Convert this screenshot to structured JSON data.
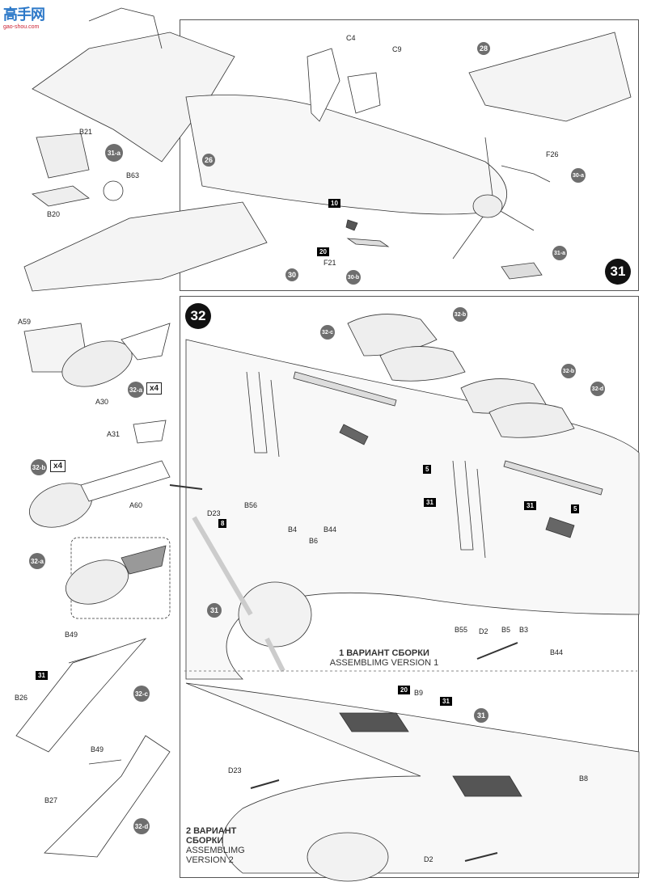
{
  "logo": {
    "text": "高手网",
    "url_text": "gao-shou.com"
  },
  "step31": {
    "number": "31",
    "labels": [
      "C4",
      "C9",
      "28",
      "26",
      "F26",
      "30-a",
      "10",
      "20",
      "F21",
      "30",
      "30-b",
      "31-a"
    ]
  },
  "sub31a": {
    "badge": "31-a",
    "parts": [
      "B21",
      "B63",
      "B20"
    ]
  },
  "sub32a": {
    "badge": "32-a",
    "count": "x4",
    "parts": [
      "A59",
      "A30"
    ]
  },
  "sub32b": {
    "badge": "32-b",
    "count": "x4",
    "parts": [
      "A31",
      "A60",
      "32-a"
    ]
  },
  "sub32c": {
    "badge": "32-c",
    "star": "31",
    "parts": [
      "B49",
      "B26"
    ]
  },
  "sub32d": {
    "badge": "32-d",
    "parts": [
      "B49",
      "B27"
    ]
  },
  "step32": {
    "number": "32",
    "labels": [
      "32-c",
      "32-b",
      "32-b",
      "32-d",
      "5",
      "31",
      "31",
      "5",
      "8",
      "D23",
      "B56",
      "B4",
      "B6",
      "B44",
      "31",
      "B55",
      "D2",
      "B5",
      "B3",
      "B44"
    ]
  },
  "version1": {
    "ru": "1 ВАРИАНТ СБОРКИ",
    "en": "ASSEMBLIMG VERSION 1"
  },
  "version2": {
    "ru1": "2 ВАРИАНТ",
    "ru2": "СБОРКИ",
    "en1": "ASSEMBLIMG",
    "en2": "VERSION 2"
  },
  "v2labels": {
    "star20": "20",
    "b9": "B9",
    "star31": "31",
    "c31": "31",
    "d23": "D23",
    "b8": "B8",
    "d2": "D2"
  }
}
